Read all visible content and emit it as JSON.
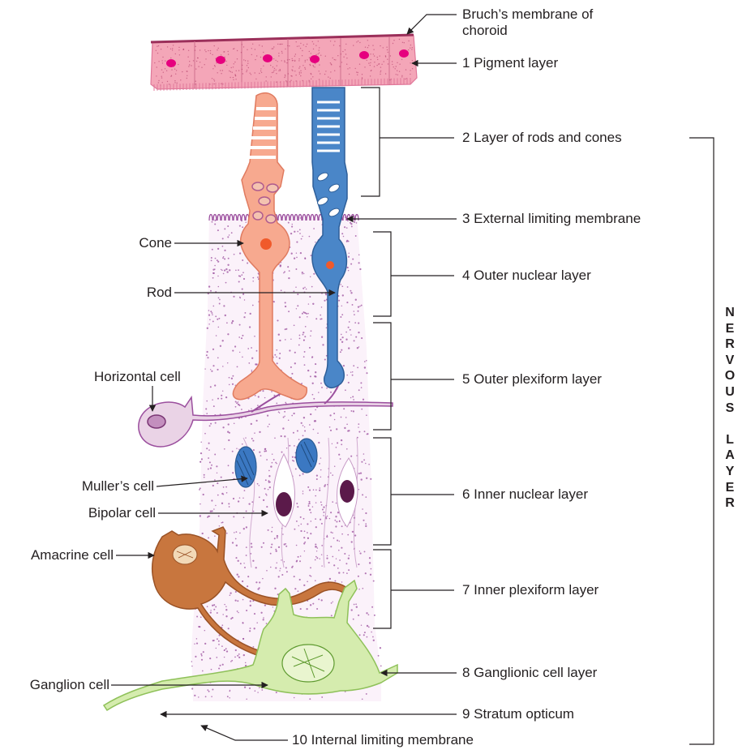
{
  "labels": {
    "bruchs": "Bruch’s membrane of\nchoroid",
    "pigment": "1 Pigment layer",
    "rods_cones": "2 Layer of rods and cones",
    "external": "3 External limiting membrane",
    "outer_nuclear": "4 Outer nuclear layer",
    "outer_plexiform": "5 Outer plexiform layer",
    "inner_nuclear": "6 Inner nuclear layer",
    "inner_plexiform": "7 Inner plexiform layer",
    "ganglionic": "8 Ganglionic cell layer",
    "stratum": "9 Stratum opticum",
    "internal": "10 Internal limiting membrane",
    "cone": "Cone",
    "rod": "Rod",
    "horizontal": "Horizontal cell",
    "muller": "Muller’s cell",
    "bipolar": "Bipolar cell",
    "amacrine": "Amacrine cell",
    "ganglion": "Ganglion cell"
  },
  "nervous_layer": "NERVOUS LAYER",
  "colors": {
    "pigment": "#f4a6b8",
    "pigment_nucleus": "#e6007e",
    "cone": "#f7a98f",
    "rod": "#4a86c8",
    "stroma_dots": "#9b4f9e",
    "muller": "#3b78c2",
    "bipolar_nucleus": "#5b1a4a",
    "amacrine": "#c8763e",
    "ganglion": "#d5ecae",
    "horizontal": "#ead3e6",
    "line": "#231f20"
  }
}
